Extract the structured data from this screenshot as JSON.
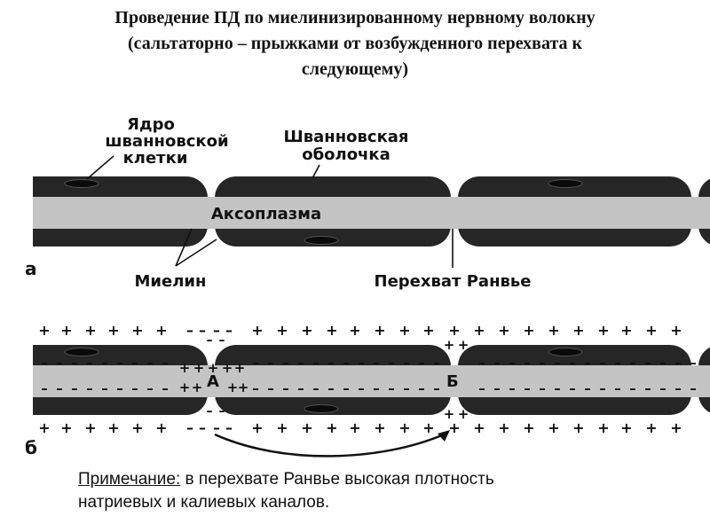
{
  "title": {
    "line1": "Проведение ПД по миелинизированному нервному волокну",
    "line2": "(сальтаторно – прыжками от возбужденного перехвата к",
    "line3": "следующему)"
  },
  "panel_a": {
    "letter": "а",
    "labels": {
      "nucleus": [
        "Ядро",
        "шванновской",
        "клетки"
      ],
      "sheath": [
        "Шванновская",
        "оболочка"
      ],
      "axoplasm": "Аксоплазма",
      "myelin": "Миелин",
      "node": "Перехват Ранвье"
    }
  },
  "panel_b": {
    "letter": "б",
    "node_a": "А",
    "node_b": "Б",
    "plus": "+",
    "minus": "–"
  },
  "note": {
    "head": "Примечание:",
    "line1": " в перехвате Ранвье высокая плотность",
    "line2": "натриевых и калиевых каналов."
  },
  "colors": {
    "myelin": "#262626",
    "axoplasm": "#c4c4c4",
    "ink": "#111111"
  }
}
